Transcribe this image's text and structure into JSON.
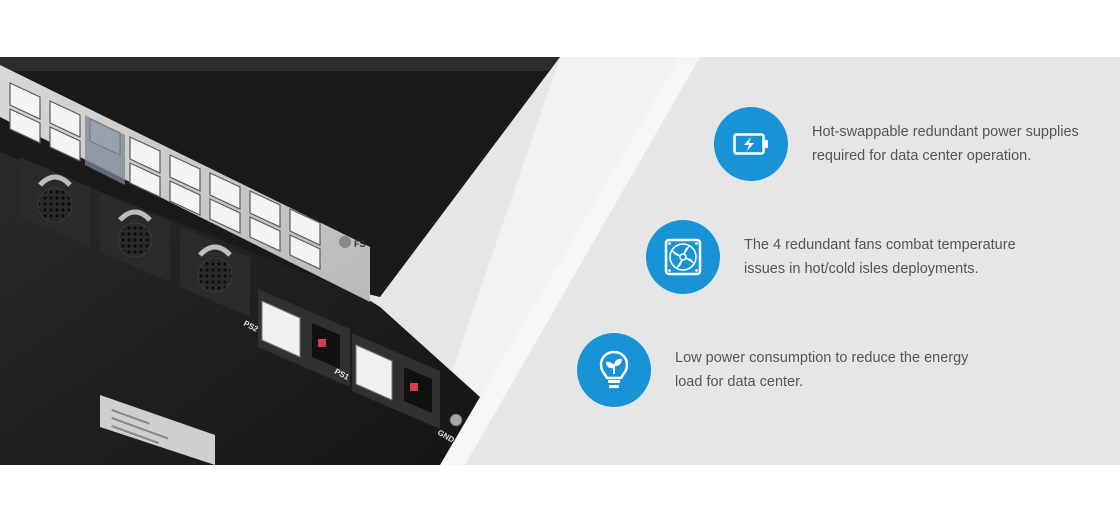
{
  "features": [
    {
      "icon": "battery-charging-icon",
      "line1": "Hot-swappable redundant power supplies",
      "line2": "required for data center operation."
    },
    {
      "icon": "fan-icon",
      "line1": "The 4 redundant fans combat temperature",
      "line2": "issues in hot/cold isles deployments."
    },
    {
      "icon": "eco-bulb-icon",
      "line1": "Low power consumption to reduce the energy",
      "line2": "load for data center."
    }
  ],
  "photo_labels": {
    "brand": "FS",
    "psu_2": "PS2",
    "psu_1": "PS1",
    "ground": "GND"
  },
  "colors": {
    "accent": "#1793d6",
    "panel": "#e6e6e6",
    "text": "#555555",
    "chassis": "#1e1e1e"
  }
}
